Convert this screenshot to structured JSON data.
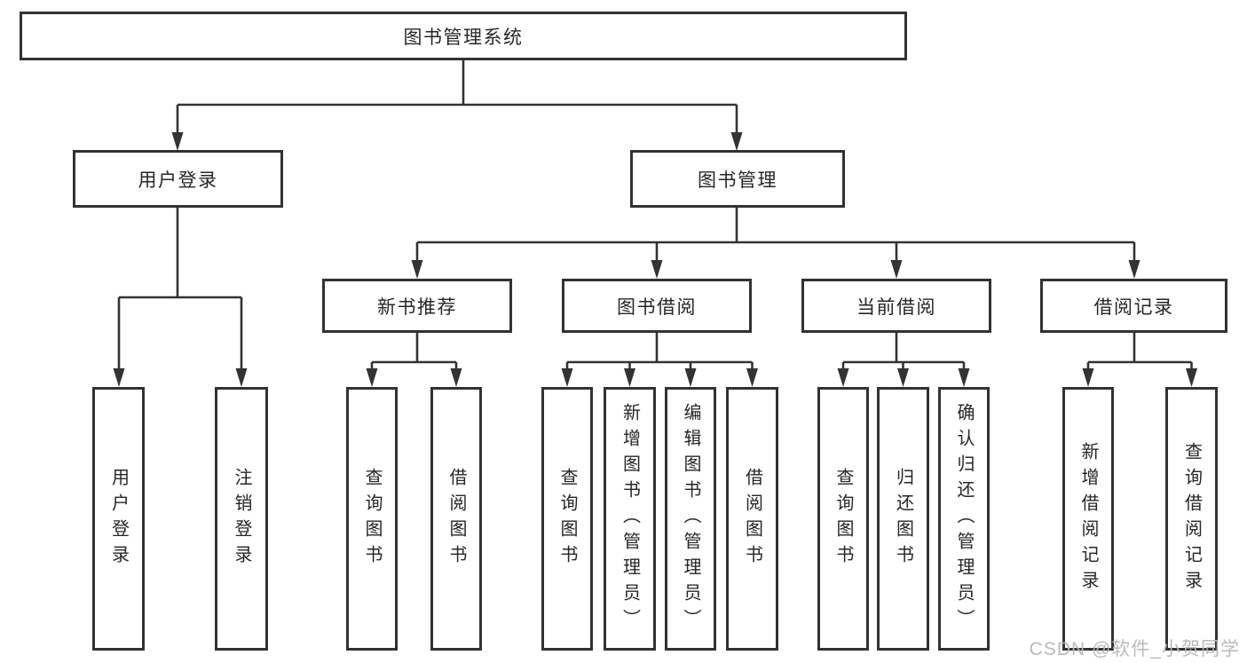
{
  "watermark": "CSDN @软件_小贺同学",
  "colors": {
    "line": "#333333",
    "box_border": "#323232",
    "text": "#262626",
    "watermark": "#b6b6b6",
    "background": "#ffffff"
  },
  "tree": {
    "label": "图书管理系统",
    "children": [
      {
        "label": "用户登录",
        "children": [
          {
            "label": "用户登录"
          },
          {
            "label": "注销登录"
          }
        ]
      },
      {
        "label": "图书管理",
        "children": [
          {
            "label": "新书推荐",
            "children": [
              {
                "label": "查询图书"
              },
              {
                "label": "借阅图书"
              }
            ]
          },
          {
            "label": "图书借阅",
            "children": [
              {
                "label": "查询图书"
              },
              {
                "label": "新增图书（管理员）"
              },
              {
                "label": "编辑图书（管理员）"
              },
              {
                "label": "借阅图书"
              }
            ]
          },
          {
            "label": "当前借阅",
            "children": [
              {
                "label": "查询图书"
              },
              {
                "label": "归还图书"
              },
              {
                "label": "确认归还（管理员）"
              }
            ]
          },
          {
            "label": "借阅记录",
            "children": [
              {
                "label": "新增借阅记录"
              },
              {
                "label": "查询借阅记录"
              }
            ]
          }
        ]
      }
    ]
  }
}
